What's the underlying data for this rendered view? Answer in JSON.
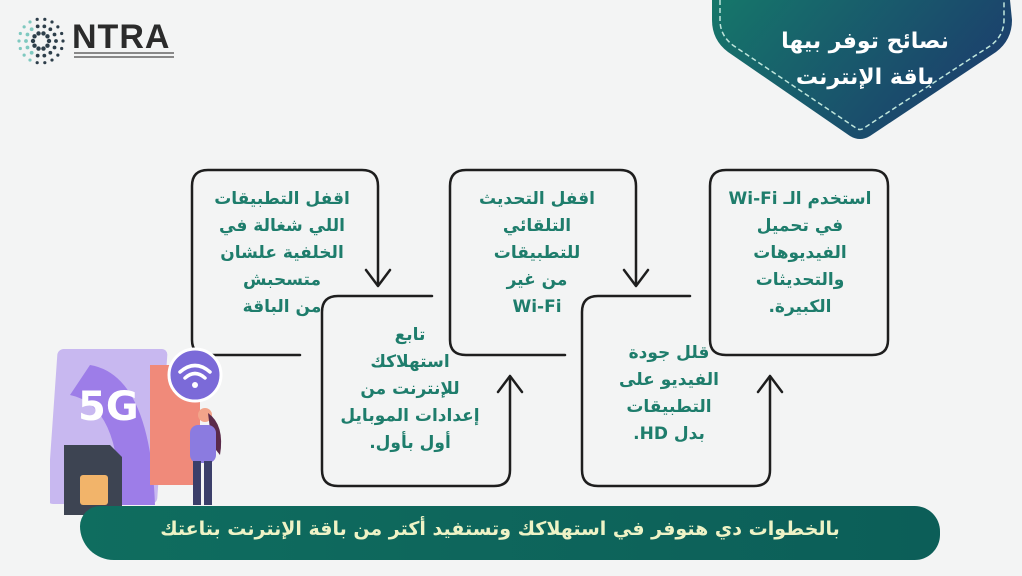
{
  "logo": {
    "brand": "NTRA",
    "subtitle": "National Telecom Regulatory Authority"
  },
  "header": {
    "title_lines": [
      "نصائح توفر بيها",
      "باقة الإنترنت"
    ]
  },
  "tips": [
    {
      "lines": [
        "استخدم الـ Wi-Fi",
        "في تحميل",
        "الفيديوهات",
        "والتحديثات",
        "الكبيرة."
      ]
    },
    {
      "lines": [
        "قلل جودة",
        "الفيديو على",
        "التطبيقات",
        "بدل HD."
      ]
    },
    {
      "lines": [
        "اقفل التحديث",
        "التلقائي",
        "للتطبيقات",
        "من غير",
        "Wi-Fi"
      ]
    },
    {
      "lines": [
        "تابع",
        "استهلاكك",
        "للإنترنت من",
        "إعدادات الموبايل",
        "أول بأول."
      ]
    },
    {
      "lines": [
        "اقفل التطبيقات",
        "اللي شغالة في",
        "الخلفية علشان",
        "متسحبش",
        "من الباقة"
      ]
    }
  ],
  "illustration": {
    "label": "5G",
    "icons": [
      "phone-icon",
      "wifi-icon",
      "sim-card-icon",
      "person-icon"
    ]
  },
  "banner": {
    "text": "بالخطوات دي هتوفر في استهلاكك وتستفيد أكتر من باقة الإنترنت بتاعتك"
  },
  "colors": {
    "text_teal": "#1e7d6c",
    "banner": "#0f6d5f",
    "header_start": "#15776a",
    "header_end": "#1c3f6d",
    "line": "#1e1e1e"
  }
}
